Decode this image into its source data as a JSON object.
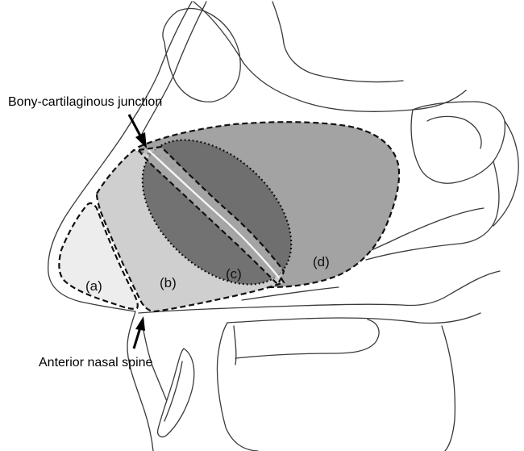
{
  "annotations": {
    "top_label": "Bony-cartilaginous junction",
    "bottom_label": "Anterior nasal spine"
  },
  "zones": {
    "a": "(a)",
    "b": "(b)",
    "c": "(c)",
    "d": "(d)"
  },
  "colors": {
    "zone_a": "#ededed",
    "zone_b": "#cfcfcf",
    "zone_c": "#6a6a6a",
    "zone_d": "#a3a3a3",
    "outline": "#3a3a3a"
  }
}
